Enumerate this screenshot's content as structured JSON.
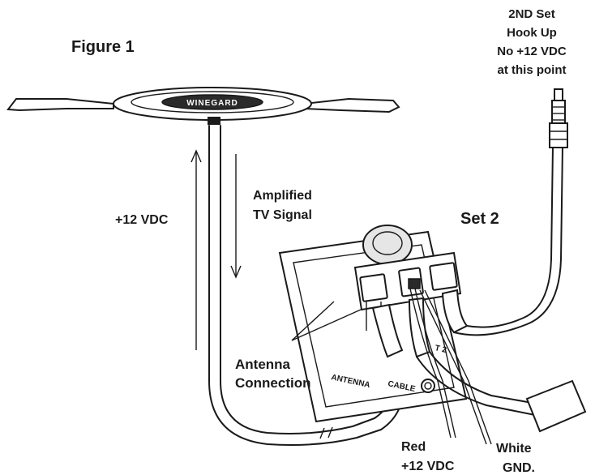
{
  "figure_title": "Figure 1",
  "antenna_brand": "WINEGARD",
  "labels": {
    "second_set": [
      "2ND Set",
      "Hook Up",
      "No +12 VDC",
      "at this point"
    ],
    "plus_12_vdc": "+12 VDC",
    "amplified_signal": [
      "Amplified",
      "TV Signal"
    ],
    "set_2": "Set 2",
    "antenna_connection": [
      "Antenna",
      "Connection"
    ],
    "red_wire": [
      "Red",
      "+12 VDC"
    ],
    "white_wire": [
      "White",
      "GND."
    ]
  },
  "plate_text": {
    "antenna": "ANTENNA",
    "cable": "CABLE",
    "set2": "T 2"
  },
  "colors": {
    "ink": "#1a1a1a",
    "background": "#ffffff"
  }
}
